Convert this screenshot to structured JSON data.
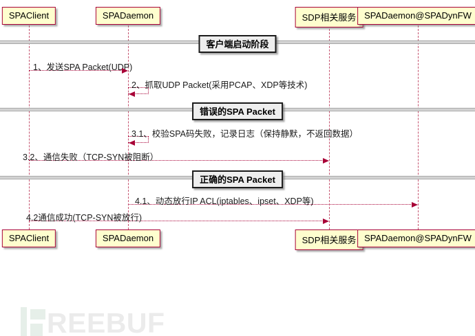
{
  "diagram": {
    "actors": [
      {
        "label": "SPAClient"
      },
      {
        "label": "SPADaemon"
      },
      {
        "label": "SDP相关服务"
      },
      {
        "label": "SPADaemon@SPADynFW"
      }
    ],
    "dividers": [
      {
        "label": "客户端启动阶段"
      },
      {
        "label": "错误的SPA Packet"
      },
      {
        "label": "正确的SPA Packet"
      }
    ],
    "messages": [
      {
        "label": "1、发送SPA Packet(UDP)",
        "from": "SPAClient",
        "to": "SPADaemon"
      },
      {
        "label": "2、抓取UDP Packet(采用PCAP、XDP等技术)",
        "from": "SPADaemon",
        "to": "SPADaemon"
      },
      {
        "label": "3.1、校验SPA码失败，记录日志（保持静默，不返回数据）",
        "from": "SPADaemon",
        "to": "SPADaemon"
      },
      {
        "label": "3.2、通信失败（TCP-SYN被阻断）",
        "from": "SPAClient",
        "to": "SDP相关服务"
      },
      {
        "label": "4.1、动态放行IP ACL(iptables、ipset、XDP等)",
        "from": "SPADaemon",
        "to": "SPADaemon@SPADynFW"
      },
      {
        "label": "4.2通信成功(TCP-SYN被放行)",
        "from": "SPAClient",
        "to": "SDP相关服务"
      }
    ],
    "colors": {
      "actor_fill": "#fefece",
      "actor_border": "#a80036",
      "lifeline": "#c5536f",
      "arrow": "#a80036",
      "divider_line": "#999999",
      "divider_label_bg": "#eeeeee",
      "text": "#1a1a1a"
    }
  },
  "watermark": {
    "text": "REEBUF"
  }
}
